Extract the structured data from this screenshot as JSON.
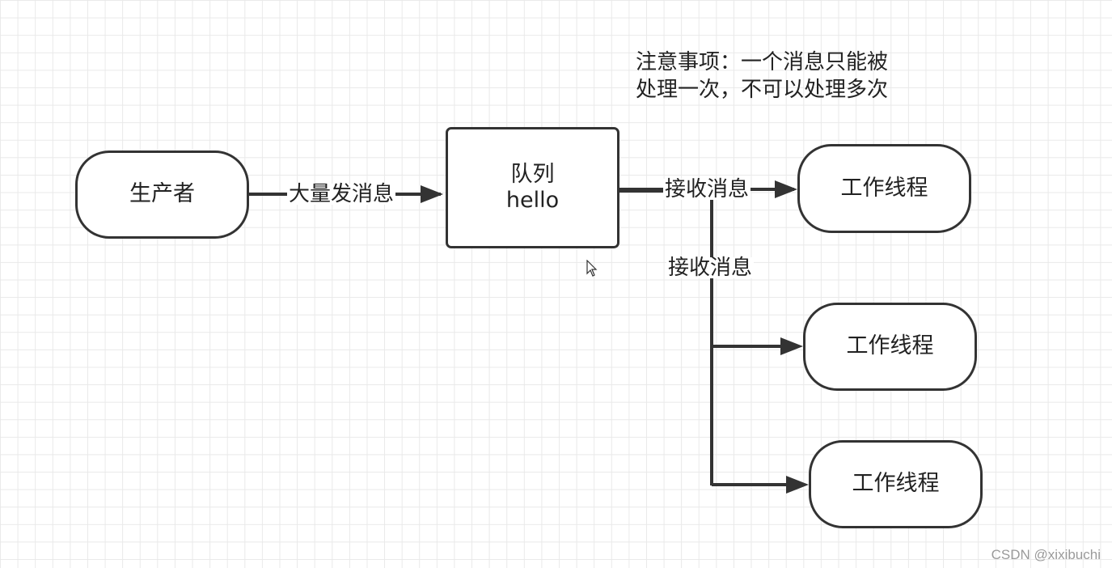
{
  "diagram": {
    "producer_label": "生产者",
    "send_edge_label": "大量发消息",
    "queue": {
      "line1": "队列",
      "line2": "hello"
    },
    "receive_edge_label_1": "接收消息",
    "receive_edge_label_2": "接收消息",
    "workers": [
      {
        "label": "工作线程"
      },
      {
        "label": "工作线程"
      },
      {
        "label": "工作线程"
      }
    ],
    "note_line1": "注意事项：一个消息只能被",
    "note_line2": "处理一次，不可以处理多次"
  },
  "watermark": "CSDN @xixibuchi",
  "colors": {
    "stroke": "#333333",
    "grid": "#e9e9e9",
    "background": "#ffffff"
  }
}
